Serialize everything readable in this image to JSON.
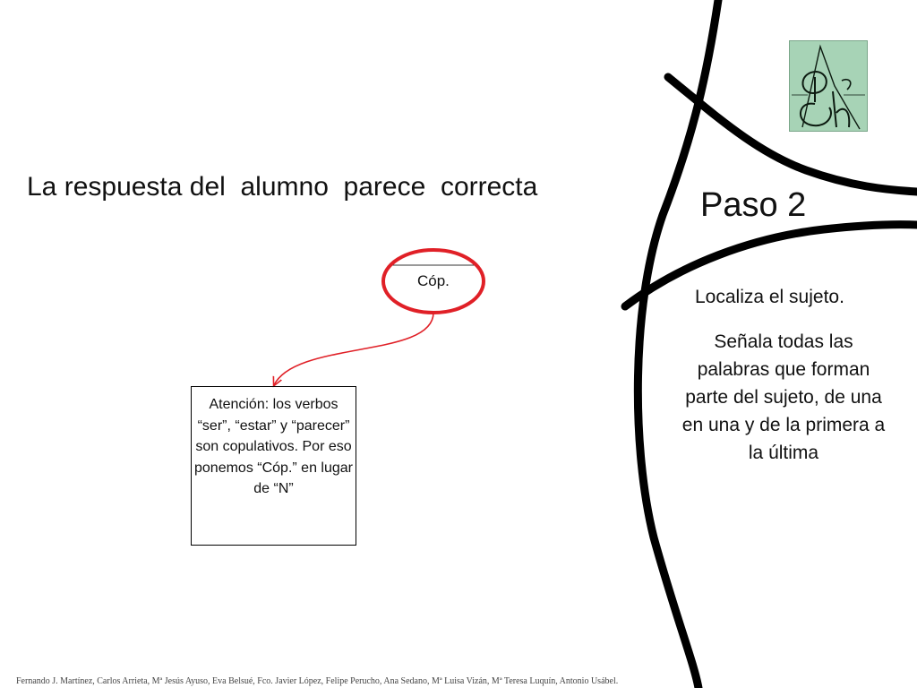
{
  "slide": {
    "title": "La respuesta del  alumno  parece  correcta",
    "step_label": "Paso 2",
    "instructions": {
      "first": "Localiza el sujeto.",
      "second": " Señala todas las palabras que forman parte del sujeto, de una en una y de la primera a la última"
    },
    "diagram": {
      "circled_label": "Cóp.",
      "note": "Atención: los verbos “ser”, “estar” y “parecer” son copulativos. Por eso ponemos “Cóp.” en lugar de “N”"
    },
    "footer": "Fernando J. Martínez, Carlos Arrieta, Mª Jesús Ayuso, Eva Belsué, Fco. Javier López, Felipe Perucho, Ana Sedano, Mª Luisa Vizán, Mª Teresa Luquín, Antonio Usábel.",
    "logo": {
      "text": "DCh"
    },
    "colors": {
      "circle": "#e02027",
      "arrow": "#e02027",
      "logo_background": "#a7d3b6",
      "lines": "#000000"
    }
  }
}
